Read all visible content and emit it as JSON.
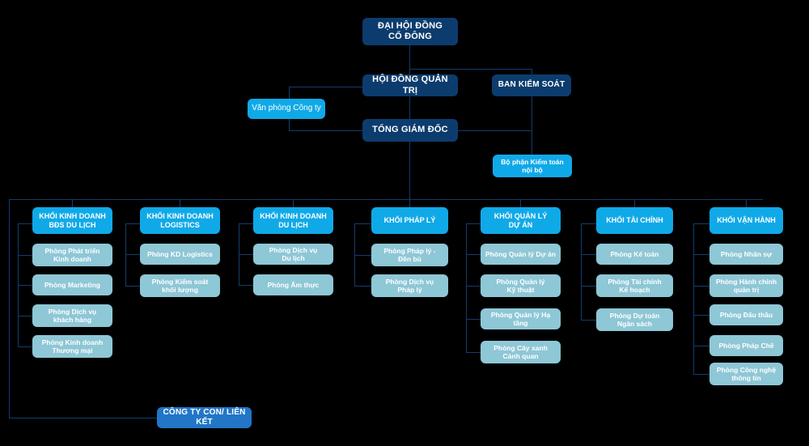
{
  "meta": {
    "title": "Sơ đồ tổ chức",
    "background": "#000000",
    "colors": {
      "navy": "#0c3c6e",
      "cyan": "#10a9e8",
      "pale": "#8ec7d6",
      "medium_blue": "#2176c7",
      "line": "#123d6b",
      "text": "#ffffff"
    }
  },
  "top": {
    "shareholders": "ĐẠI HỘI ĐỒNG\nCỔ ĐÔNG",
    "board": "HỘI ĐỒNG QUẢN TRỊ",
    "supervisory": "BAN KIỂM SOÁT",
    "company_office": "Văn phòng Công ty",
    "ceo": "TỔNG GIÁM ĐỐC",
    "internal_audit": "Bộ phận Kiểm toán\nnội bộ"
  },
  "divisions": [
    {
      "id": "bds-du-lich",
      "label": "KHỐI KINH DOANH\nBĐS DU LỊCH",
      "children": [
        "Phòng Phát triển\nKinh doanh",
        "Phòng Marketing",
        "Phòng Dịch vụ\nkhách hàng",
        "Phòng Kinh doanh\nThương mại"
      ]
    },
    {
      "id": "logistics",
      "label": "KHỐI KINH DOANH\nLOGISTICS",
      "children": [
        "Phòng KD Logistics",
        "Phòng Kiểm soát\nkhối lượng"
      ]
    },
    {
      "id": "du-lich",
      "label": "KHỐI KINH DOANH\nDU LỊCH",
      "children": [
        "Phòng Dịch vụ\nDu lịch",
        "Phòng Ẩm thực"
      ]
    },
    {
      "id": "phap-ly",
      "label": "KHỐI PHÁP LÝ",
      "children": [
        "Phòng Pháp lý -\nĐền bù",
        "Phòng Dịch vụ\nPháp lý"
      ]
    },
    {
      "id": "quan-ly-du-an",
      "label": "KHỐI QUẢN LÝ\nDỰ ÁN",
      "children": [
        "Phòng Quản lý Dự án",
        "Phòng Quản lý\nKỹ thuật",
        "Phòng Quản lý Hạ tầng",
        "Phòng Cây xanh\nCảnh quan"
      ]
    },
    {
      "id": "tai-chinh",
      "label": "KHỐI TÀI CHÍNH",
      "children": [
        "Phòng Kế toán",
        "Phòng Tài chính\nKế hoạch",
        "Phòng Dự toán\nNgân sách"
      ]
    },
    {
      "id": "van-hanh",
      "label": "KHỐI VẬN HÀNH",
      "children": [
        "Phòng Nhân sự",
        "Phòng Hành chính\nquản trị",
        "Phòng Đấu thầu",
        "Phòng Pháp Chế",
        "Phòng Công nghệ\nthông tin"
      ]
    }
  ],
  "bottom": {
    "subsidiaries": "CÔNG TY CON/ LIÊN KẾT"
  }
}
